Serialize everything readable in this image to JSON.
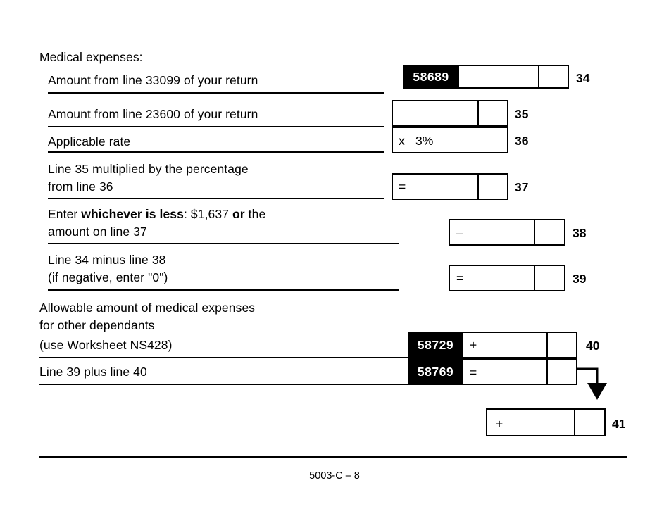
{
  "form": {
    "section_title": "Medical expenses:",
    "footer": "5003-C – 8"
  },
  "rows": [
    {
      "id": "line-34",
      "text": "Amount from line 33099 of your return",
      "code": "58689",
      "operator": "",
      "line_number": "34"
    },
    {
      "id": "line-35",
      "text": "Amount from line 23600 of your return",
      "code": "",
      "operator": "",
      "line_number": "35"
    },
    {
      "id": "line-36",
      "text": "Applicable rate",
      "code": "",
      "operator": "x",
      "rate": "3%",
      "line_number": "36"
    },
    {
      "id": "line-37",
      "text_line1": "Line 35 multiplied by the percentage",
      "text_line2": "from line 36",
      "code": "",
      "operator": "=",
      "line_number": "37"
    },
    {
      "id": "line-38",
      "text_line1_pre": "Enter ",
      "text_line1_bold1": "whichever is less",
      "text_line1_mid": ": $1,637 ",
      "text_line1_bold2": "or",
      "text_line1_post": " the",
      "text_line2": "amount on line 37",
      "code": "",
      "operator": "–",
      "line_number": "38"
    },
    {
      "id": "line-39",
      "text_line1": "Line 34 minus line 38",
      "text_line2": "(if negative, enter \"0\")",
      "code": "",
      "operator": "=",
      "line_number": "39"
    },
    {
      "id": "line-40",
      "text_line1": "Allowable amount of medical expenses",
      "text_line2": "for other dependants",
      "text_line3": "(use Worksheet NS428)",
      "code": "58729",
      "operator": "+",
      "line_number": "40"
    },
    {
      "id": "line-39-plus-40",
      "text": "Line 39 plus line 40",
      "code": "58769",
      "operator": "=",
      "line_number": ""
    },
    {
      "id": "line-41",
      "text": "",
      "code": "",
      "operator": "+",
      "line_number": "41"
    }
  ],
  "colors": {
    "ink": "#000000",
    "paper": "#ffffff",
    "tag_bg": "#000000",
    "tag_fg": "#ffffff"
  }
}
